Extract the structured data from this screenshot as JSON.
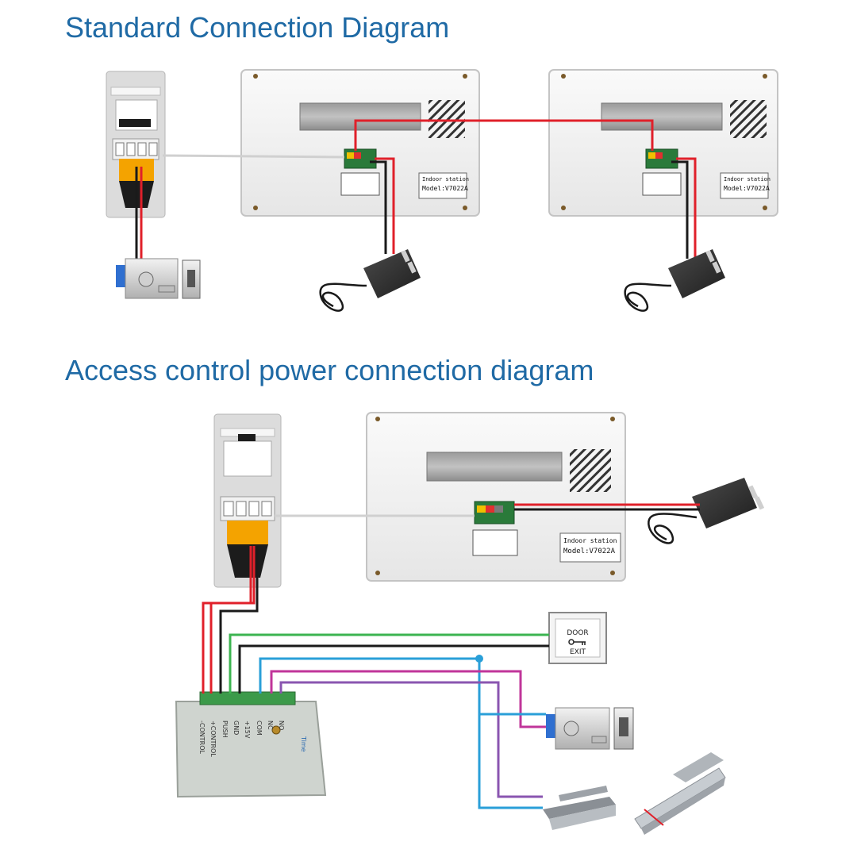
{
  "titles": {
    "standard": "Standard Connection Diagram",
    "access": "Access control power connection diagram"
  },
  "indoor_station": {
    "label_line1": "Indoor station",
    "label_line2": "Model:V7022A"
  },
  "controller": {
    "terminals": [
      "-CONTROL",
      "+CONTROL",
      "PUSH",
      "GND",
      "+15V",
      "COM",
      "NC",
      "NO"
    ],
    "time_label": "Time"
  },
  "exit_button": {
    "line1": "DOOR",
    "line2": "EXIT"
  },
  "wire_colors": {
    "red": "#e0202a",
    "black": "#1a1a1a",
    "green": "#3cb450",
    "blue": "#2a9fd8",
    "magenta": "#c0359a",
    "purple": "#8a55b0",
    "signal": "#c8c8c8"
  }
}
